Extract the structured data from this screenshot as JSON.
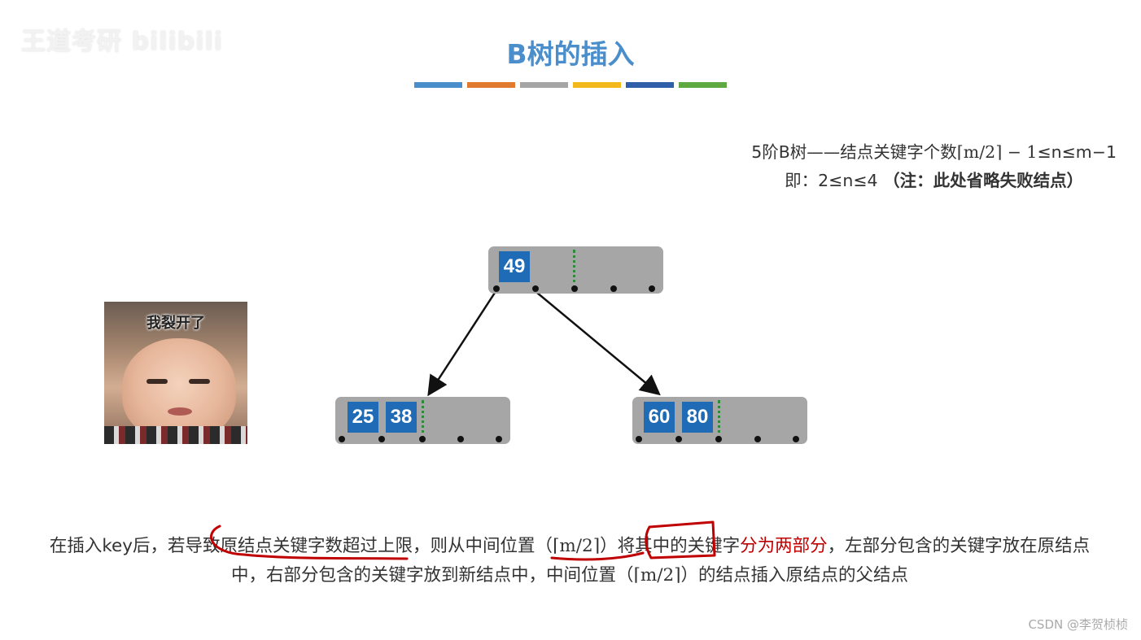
{
  "watermark": "王道考研 bilibili",
  "title": "B树的插入",
  "colors": {
    "title": "#4a8ecb",
    "bar": [
      "#4a8ecb",
      "#e07a2e",
      "#a5a5a5",
      "#f2b81c",
      "#2f5fa8",
      "#5fa942"
    ],
    "key_fill": "#1f6bb5",
    "node_fill": "#a6a6a6",
    "emphasis": "#c00000",
    "ink": "#c00000"
  },
  "info": {
    "line1_prefix": "5阶B树——结点关键字个数",
    "line1_ceil": "⌈m/2⌉ − 1",
    "line1_suffix": "≤n≤m−1",
    "line2_prefix": "即：2≤n≤4",
    "line2_note": "（注：此处省略失败结点）"
  },
  "tree": {
    "root": {
      "keys": [
        "49"
      ]
    },
    "left": {
      "keys": [
        "25",
        "38"
      ]
    },
    "right": {
      "keys": [
        "60",
        "80"
      ]
    }
  },
  "meme": {
    "caption": "我裂开了"
  },
  "paragraph": {
    "p1": "在插入key后，",
    "p2": "若导致原结点关键字数超过上限，则从中间位置（",
    "p3": "⌈m/2⌉",
    "p4": "）将其中的关键字",
    "p5": "分为两部分",
    "p6": "，左部分包含的关键字放在原结点中，右部分包含的关键字放到新结点中，中间位置（",
    "p7": "⌈m/2⌉",
    "p8": "）的结点插入原结点的父结点"
  },
  "footer": "CSDN @李贺桢桢"
}
